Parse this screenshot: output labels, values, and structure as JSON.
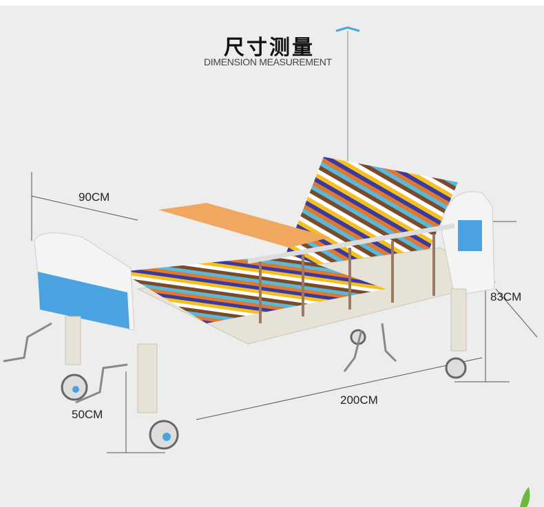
{
  "header": {
    "title": "尺寸测量",
    "subtitle": "DIMENSION MEASUREMENT"
  },
  "dimensions": {
    "width": "90CM",
    "height": "83CM",
    "length": "200CM",
    "bed_height": "50CM"
  },
  "colors": {
    "background": "#ededed",
    "accent_blue": "#4aa3e0",
    "table_orange": "#f0a860"
  }
}
